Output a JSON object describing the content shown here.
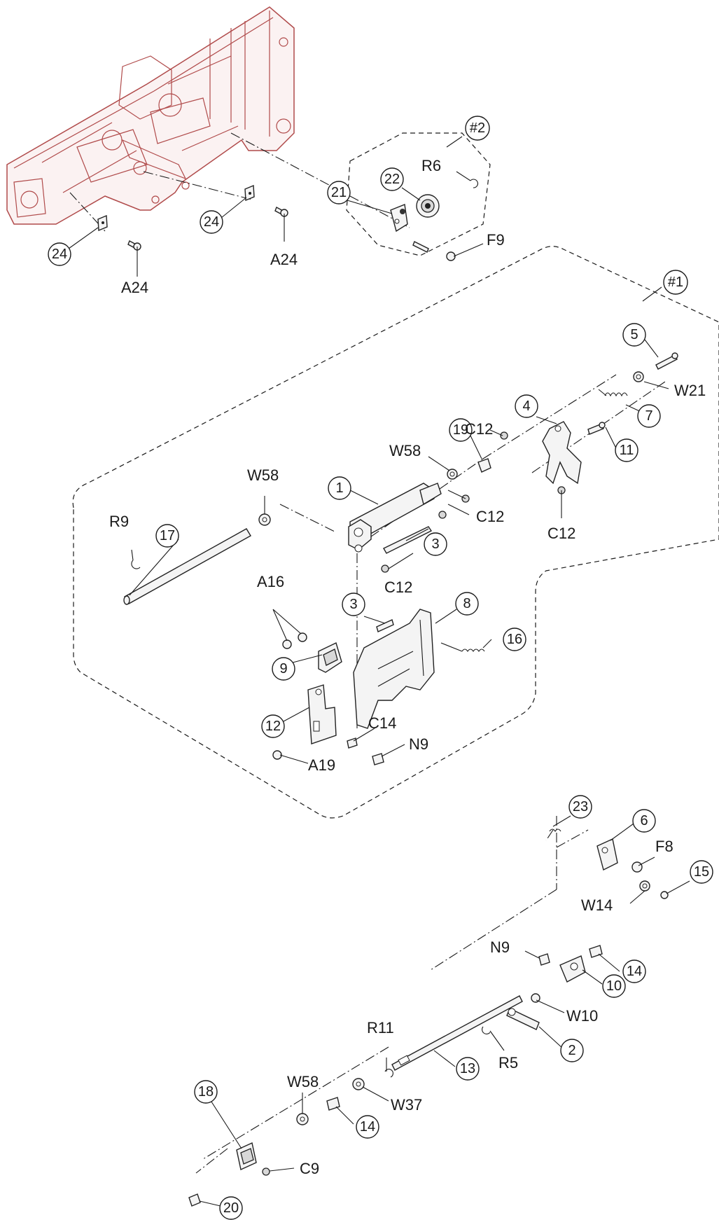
{
  "callouts": [
    {
      "id": "c24a",
      "text": "24"
    },
    {
      "id": "c24b",
      "text": "24"
    },
    {
      "id": "c21",
      "text": "21"
    },
    {
      "id": "c22",
      "text": "22"
    },
    {
      "id": "g2",
      "text": "#2"
    },
    {
      "id": "g1",
      "text": "#1"
    },
    {
      "id": "c5",
      "text": "5"
    },
    {
      "id": "c7",
      "text": "7"
    },
    {
      "id": "c4",
      "text": "4"
    },
    {
      "id": "c11",
      "text": "11"
    },
    {
      "id": "c19",
      "text": "19"
    },
    {
      "id": "c1",
      "text": "1"
    },
    {
      "id": "c3a",
      "text": "3"
    },
    {
      "id": "c17",
      "text": "17"
    },
    {
      "id": "c3b",
      "text": "3"
    },
    {
      "id": "c8",
      "text": "8"
    },
    {
      "id": "c16",
      "text": "16"
    },
    {
      "id": "c9",
      "text": "9"
    },
    {
      "id": "c12",
      "text": "12"
    },
    {
      "id": "c23",
      "text": "23"
    },
    {
      "id": "c6",
      "text": "6"
    },
    {
      "id": "c15",
      "text": "15"
    },
    {
      "id": "c14a",
      "text": "14"
    },
    {
      "id": "c10",
      "text": "10"
    },
    {
      "id": "c2",
      "text": "2"
    },
    {
      "id": "c13",
      "text": "13"
    },
    {
      "id": "c14b",
      "text": "14"
    },
    {
      "id": "c18",
      "text": "18"
    },
    {
      "id": "c20",
      "text": "20"
    }
  ],
  "labels": [
    {
      "id": "A24a",
      "text": "A24"
    },
    {
      "id": "A24b",
      "text": "A24"
    },
    {
      "id": "R6",
      "text": "R6"
    },
    {
      "id": "F9",
      "text": "F9"
    },
    {
      "id": "W21",
      "text": "W21"
    },
    {
      "id": "C12a",
      "text": "C12"
    },
    {
      "id": "W58a",
      "text": "W58"
    },
    {
      "id": "W58b",
      "text": "W58"
    },
    {
      "id": "C12b",
      "text": "C12"
    },
    {
      "id": "C12c",
      "text": "C12"
    },
    {
      "id": "R9",
      "text": "R9"
    },
    {
      "id": "C12d",
      "text": "C12"
    },
    {
      "id": "A16",
      "text": "A16"
    },
    {
      "id": "C14",
      "text": "C14"
    },
    {
      "id": "N9a",
      "text": "N9"
    },
    {
      "id": "A19",
      "text": "A19"
    },
    {
      "id": "F8",
      "text": "F8"
    },
    {
      "id": "W14",
      "text": "W14"
    },
    {
      "id": "N9b",
      "text": "N9"
    },
    {
      "id": "W10",
      "text": "W10"
    },
    {
      "id": "R11",
      "text": "R11"
    },
    {
      "id": "R5",
      "text": "R5"
    },
    {
      "id": "W58c",
      "text": "W58"
    },
    {
      "id": "W37",
      "text": "W37"
    },
    {
      "id": "C9",
      "text": "C9"
    }
  ],
  "colors": {
    "frame": "#b04a4a",
    "ink": "#1a1a1a"
  }
}
